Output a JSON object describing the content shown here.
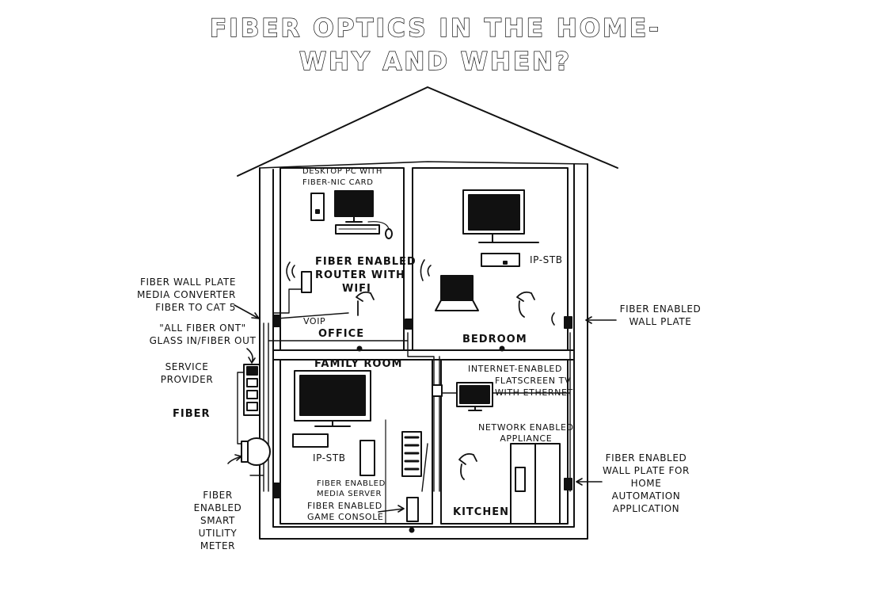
{
  "title": {
    "line1": "FIBER OPTICS IN THE HOME-",
    "line2": "WHY AND WHEN?"
  },
  "rooms": {
    "office": "OFFICE",
    "bedroom": "BEDROOM",
    "family_room": "FAMILY ROOM",
    "kitchen": "KITCHEN"
  },
  "devices": {
    "desktop_pc_line1": "DESKTOP PC WITH",
    "desktop_pc_line2": "FIBER-NIC CARD",
    "router_line1": "FIBER ENABLED",
    "router_line2": "ROUTER WITH",
    "router_line3": "WIFI",
    "voip": "VOIP",
    "bedroom_stb": "IP-STB",
    "family_stb": "IP-STB",
    "flatscreen_line1": "INTERNET-ENABLED",
    "flatscreen_line2": "FLATSCREEN TV",
    "flatscreen_line3": "WITH ETHERNET",
    "appliance_line1": "NETWORK ENABLED",
    "appliance_line2": "APPLIANCE",
    "media_server_line1": "FIBER ENABLED",
    "media_server_line2": "MEDIA SERVER",
    "game_console_line1": "FIBER ENABLED",
    "game_console_line2": "GAME CONSOLE"
  },
  "callouts": {
    "wall_plate_converter_line1": "FIBER WALL PLATE",
    "wall_plate_converter_line2": "MEDIA CONVERTER",
    "wall_plate_converter_line3": "FIBER TO CAT 5",
    "ont_line1": "\"ALL FIBER ONT\"",
    "ont_line2": "GLASS IN/FIBER OUT",
    "service_line1": "SERVICE",
    "service_line2": "PROVIDER",
    "fiber": "FIBER",
    "meter_line1": "FIBER",
    "meter_line2": "ENABLED",
    "meter_line3": "SMART",
    "meter_line4": "UTILITY",
    "meter_line5": "METER",
    "wall_plate_line1": "FIBER ENABLED",
    "wall_plate_line2": "WALL PLATE",
    "home_auto_line1": "FIBER ENABLED",
    "home_auto_line2": "WALL PLATE FOR",
    "home_auto_line3": "HOME",
    "home_auto_line4": "AUTOMATION",
    "home_auto_line5": "APPLICATION"
  },
  "colors": {
    "ink": "#111111",
    "paper": "#ffffff"
  },
  "icons": [
    "monitor-icon",
    "pc-tower-icon",
    "keyboard-icon",
    "mouse-icon",
    "router-icon",
    "phone-icon",
    "laptop-icon",
    "tv-icon",
    "set-top-box-icon",
    "fridge-icon",
    "switch-icon",
    "game-console-icon",
    "utility-meter-icon",
    "ont-icon",
    "wall-plate-icon",
    "wifi-waves-icon"
  ]
}
